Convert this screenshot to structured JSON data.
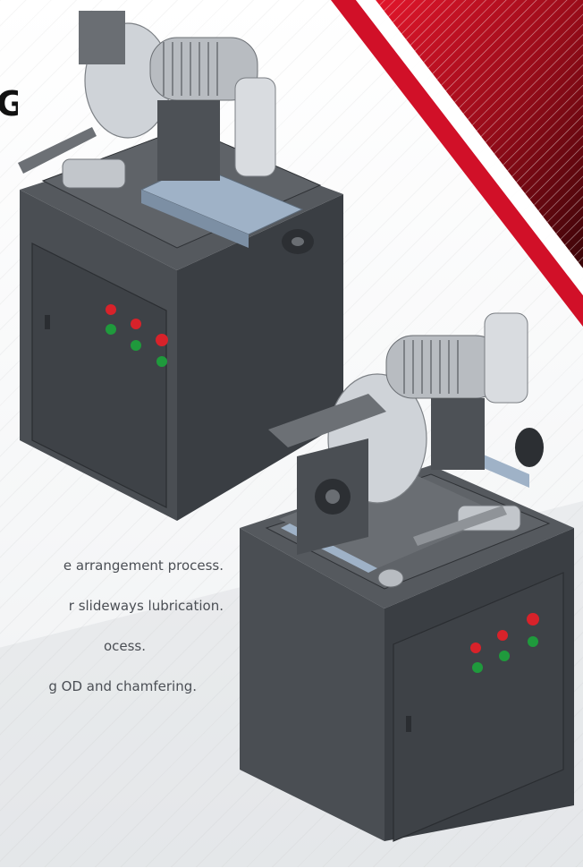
{
  "headline": {
    "visible_fragment": "G"
  },
  "features": [
    "e arrangement process.",
    "r slideways lubrication.",
    "ocess.",
    "g OD and chamfering."
  ],
  "colors": {
    "accent_red": "#c8102e",
    "dark_red": "#7a0a14",
    "machine_body": "#4a4e53",
    "machine_panel": "#3e4247",
    "light_metal": "#cfd3d8",
    "blue_metal": "#9fb2c7",
    "button_red": "#d8222a",
    "button_green": "#1f9a3c"
  },
  "images": {
    "machine_1": "grinding-machine-closed-icon",
    "machine_2": "grinding-machine-open-icon"
  }
}
